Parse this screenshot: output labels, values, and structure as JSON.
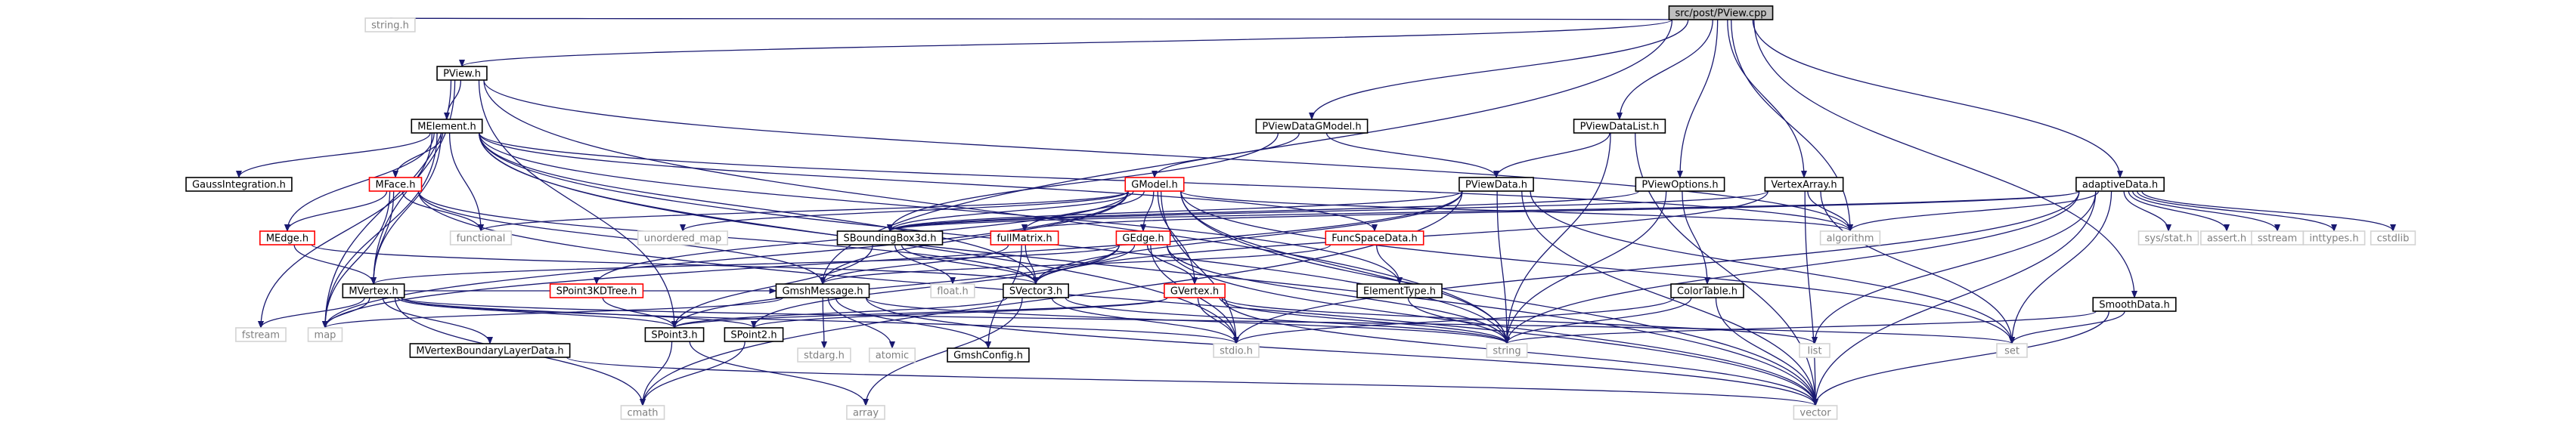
{
  "colors": {
    "edge": "#191970",
    "root_fill": "#bfbfbf",
    "root_border": "#000000",
    "normal_border": "#000000",
    "red_border": "#ff0000",
    "system_border": "#d3d3d3",
    "system_text": "#7f7f7f",
    "label_text": "#000000"
  },
  "nodes": [
    {
      "id": "pview_cpp",
      "label": "src/post/PView.cpp",
      "kind": "root"
    },
    {
      "id": "string_h",
      "label": "string.h",
      "kind": "system"
    },
    {
      "id": "pview_h",
      "label": "PView.h",
      "kind": "normal"
    },
    {
      "id": "melement_h",
      "label": "MElement.h",
      "kind": "normal"
    },
    {
      "id": "gaussintegration_h",
      "label": "GaussIntegration.h",
      "kind": "normal"
    },
    {
      "id": "mface_h",
      "label": "MFace.h",
      "kind": "red"
    },
    {
      "id": "medge_h",
      "label": "MEdge.h",
      "kind": "red"
    },
    {
      "id": "mvertex_h",
      "label": "MVertex.h",
      "kind": "normal"
    },
    {
      "id": "mvertexbl_h",
      "label": "MVertexBoundaryLayerData.h",
      "kind": "normal"
    },
    {
      "id": "fstream",
      "label": "fstream",
      "kind": "system"
    },
    {
      "id": "map",
      "label": "map",
      "kind": "system"
    },
    {
      "id": "cmath",
      "label": "cmath",
      "kind": "system"
    },
    {
      "id": "functional",
      "label": "functional",
      "kind": "system"
    },
    {
      "id": "spoint3kdtree_h",
      "label": "SPoint3KDTree.h",
      "kind": "red"
    },
    {
      "id": "spoint3_h",
      "label": "SPoint3.h",
      "kind": "normal"
    },
    {
      "id": "spoint2_h",
      "label": "SPoint2.h",
      "kind": "normal"
    },
    {
      "id": "gmshmessage_h",
      "label": "GmshMessage.h",
      "kind": "normal"
    },
    {
      "id": "stdarg_h",
      "label": "stdarg.h",
      "kind": "system"
    },
    {
      "id": "atomic",
      "label": "atomic",
      "kind": "system"
    },
    {
      "id": "gmshconfig_h",
      "label": "GmshConfig.h",
      "kind": "normal"
    },
    {
      "id": "array",
      "label": "array",
      "kind": "system"
    },
    {
      "id": "unordered_map",
      "label": "unordered_map",
      "kind": "system"
    },
    {
      "id": "pviewdatagmodel_h",
      "label": "PViewDataGModel.h",
      "kind": "normal"
    },
    {
      "id": "gmodel_h",
      "label": "GModel.h",
      "kind": "red"
    },
    {
      "id": "sboundingbox3d_h",
      "label": "SBoundingBox3d.h",
      "kind": "normal"
    },
    {
      "id": "float_h",
      "label": "float.h",
      "kind": "system"
    },
    {
      "id": "svector3_h",
      "label": "SVector3.h",
      "kind": "normal"
    },
    {
      "id": "fullmatrix_h",
      "label": "fullMatrix.h",
      "kind": "red"
    },
    {
      "id": "gedge_h",
      "label": "GEdge.h",
      "kind": "red"
    },
    {
      "id": "gvertex_h",
      "label": "GVertex.h",
      "kind": "red"
    },
    {
      "id": "stdio_h",
      "label": "stdio.h",
      "kind": "system"
    },
    {
      "id": "vector",
      "label": "vector",
      "kind": "system"
    },
    {
      "id": "funcspacedata_h",
      "label": "FuncSpaceData.h",
      "kind": "red"
    },
    {
      "id": "elementtype_h",
      "label": "ElementType.h",
      "kind": "normal"
    },
    {
      "id": "string",
      "label": "string",
      "kind": "system"
    },
    {
      "id": "pviewdatalist_h",
      "label": "PViewDataList.h",
      "kind": "normal"
    },
    {
      "id": "pviewdata_h",
      "label": "PViewData.h",
      "kind": "normal"
    },
    {
      "id": "pviewoptions_h",
      "label": "PViewOptions.h",
      "kind": "normal"
    },
    {
      "id": "colortable_h",
      "label": "ColorTable.h",
      "kind": "normal"
    },
    {
      "id": "vertexarray_h",
      "label": "VertexArray.h",
      "kind": "normal"
    },
    {
      "id": "algorithm",
      "label": "algorithm",
      "kind": "system"
    },
    {
      "id": "set",
      "label": "set",
      "kind": "system"
    },
    {
      "id": "list",
      "label": "list",
      "kind": "system"
    },
    {
      "id": "adaptivedata_h",
      "label": "adaptiveData.h",
      "kind": "normal"
    },
    {
      "id": "sys_stat_h",
      "label": "sys/stat.h",
      "kind": "system"
    },
    {
      "id": "assert_h",
      "label": "assert.h",
      "kind": "system"
    },
    {
      "id": "sstream",
      "label": "sstream",
      "kind": "system"
    },
    {
      "id": "inttypes_h",
      "label": "inttypes.h",
      "kind": "system"
    },
    {
      "id": "cstdlib",
      "label": "cstdlib",
      "kind": "system"
    },
    {
      "id": "smoothdata_h",
      "label": "SmoothData.h",
      "kind": "normal"
    }
  ],
  "edges": [
    [
      "pview_cpp",
      "string_h"
    ],
    [
      "pview_cpp",
      "pview_h"
    ],
    [
      "pview_cpp",
      "gmshmessage_h"
    ],
    [
      "pview_cpp",
      "pviewdatagmodel_h"
    ],
    [
      "pview_cpp",
      "pviewdatalist_h"
    ],
    [
      "pview_cpp",
      "pviewoptions_h"
    ],
    [
      "pview_cpp",
      "vertexarray_h"
    ],
    [
      "pview_cpp",
      "algorithm"
    ],
    [
      "pview_cpp",
      "adaptivedata_h"
    ],
    [
      "pview_cpp",
      "smoothdata_h"
    ],
    [
      "pview_h",
      "melement_h"
    ],
    [
      "pview_h",
      "map"
    ],
    [
      "pview_h",
      "string"
    ],
    [
      "pview_h",
      "spoint3_h"
    ],
    [
      "pview_h",
      "mvertex_h"
    ],
    [
      "pview_h",
      "algorithm"
    ],
    [
      "melement_h",
      "gaussintegration_h"
    ],
    [
      "melement_h",
      "mface_h"
    ],
    [
      "melement_h",
      "medge_h"
    ],
    [
      "melement_h",
      "mvertex_h"
    ],
    [
      "melement_h",
      "fstream"
    ],
    [
      "melement_h",
      "functional"
    ],
    [
      "melement_h",
      "string"
    ],
    [
      "melement_h",
      "funcspacedata_h"
    ],
    [
      "melement_h",
      "elementtype_h"
    ],
    [
      "melement_h",
      "stdio_h"
    ],
    [
      "melement_h",
      "vector"
    ],
    [
      "melement_h",
      "algorithm"
    ],
    [
      "melement_h",
      "map"
    ],
    [
      "melement_h",
      "svector3_h"
    ],
    [
      "mface_h",
      "functional"
    ],
    [
      "mface_h",
      "medge_h"
    ],
    [
      "mface_h",
      "mvertex_h"
    ],
    [
      "mface_h",
      "svector3_h"
    ],
    [
      "mface_h",
      "gmshmessage_h"
    ],
    [
      "mface_h",
      "vector"
    ],
    [
      "mface_h",
      "map"
    ],
    [
      "medge_h",
      "mvertex_h"
    ],
    [
      "medge_h",
      "svector3_h"
    ],
    [
      "mvertex_h",
      "mvertexbl_h"
    ],
    [
      "mvertex_h",
      "fstream"
    ],
    [
      "mvertex_h",
      "map"
    ],
    [
      "mvertex_h",
      "cmath"
    ],
    [
      "mvertex_h",
      "spoint3_h"
    ],
    [
      "mvertex_h",
      "spoint2_h"
    ],
    [
      "mvertex_h",
      "stdio_h"
    ],
    [
      "mvertex_h",
      "set"
    ],
    [
      "mvertex_h",
      "gmshmessage_h"
    ],
    [
      "mvertexbl_h",
      "vector"
    ],
    [
      "spoint3kdtree_h",
      "spoint3_h"
    ],
    [
      "spoint3_h",
      "cmath"
    ],
    [
      "spoint3_h",
      "array"
    ],
    [
      "spoint2_h",
      "cmath"
    ],
    [
      "gmshmessage_h",
      "map"
    ],
    [
      "gmshmessage_h",
      "stdarg_h"
    ],
    [
      "gmshmessage_h",
      "atomic"
    ],
    [
      "gmshmessage_h",
      "gmshconfig_h"
    ],
    [
      "gmshmessage_h",
      "string"
    ],
    [
      "gmshmessage_h",
      "vector"
    ],
    [
      "pviewdatagmodel_h",
      "pviewdata_h"
    ],
    [
      "pviewdatagmodel_h",
      "gmodel_h"
    ],
    [
      "pviewdatagmodel_h",
      "sboundingbox3d_h"
    ],
    [
      "gmodel_h",
      "unordered_map"
    ],
    [
      "gmodel_h",
      "sboundingbox3d_h"
    ],
    [
      "gmodel_h",
      "fullmatrix_h"
    ],
    [
      "gmodel_h",
      "gedge_h"
    ],
    [
      "gmodel_h",
      "gvertex_h"
    ],
    [
      "gmodel_h",
      "spoint3kdtree_h"
    ],
    [
      "gmodel_h",
      "stdio_h"
    ],
    [
      "gmodel_h",
      "vector"
    ],
    [
      "gmodel_h",
      "string"
    ],
    [
      "gmodel_h",
      "set"
    ],
    [
      "gmodel_h",
      "map"
    ],
    [
      "gmodel_h",
      "functional"
    ],
    [
      "gmodel_h",
      "gmshmessage_h"
    ],
    [
      "gmodel_h",
      "algorithm"
    ],
    [
      "sboundingbox3d_h",
      "float_h"
    ],
    [
      "sboundingbox3d_h",
      "spoint3_h"
    ],
    [
      "sboundingbox3d_h",
      "svector3_h"
    ],
    [
      "svector3_h",
      "spoint3_h"
    ],
    [
      "svector3_h",
      "string"
    ],
    [
      "svector3_h",
      "stdio_h"
    ],
    [
      "svector3_h",
      "array"
    ],
    [
      "fullmatrix_h",
      "gmshmessage_h"
    ],
    [
      "fullmatrix_h",
      "gmshconfig_h"
    ],
    [
      "fullmatrix_h",
      "svector3_h"
    ],
    [
      "gedge_h",
      "svector3_h"
    ],
    [
      "gedge_h",
      "gvertex_h"
    ],
    [
      "gedge_h",
      "spoint2_h"
    ],
    [
      "gedge_h",
      "spoint3_h"
    ],
    [
      "gedge_h",
      "stdio_h"
    ],
    [
      "gedge_h",
      "vector"
    ],
    [
      "gedge_h",
      "string"
    ],
    [
      "gedge_h",
      "mvertex_h"
    ],
    [
      "gvertex_h",
      "stdio_h"
    ],
    [
      "gvertex_h",
      "string"
    ],
    [
      "gvertex_h",
      "vector"
    ],
    [
      "gvertex_h",
      "spoint2_h"
    ],
    [
      "gvertex_h",
      "spoint3_h"
    ],
    [
      "gvertex_h",
      "list"
    ],
    [
      "funcspacedata_h",
      "elementtype_h"
    ],
    [
      "funcspacedata_h",
      "gmshmessage_h"
    ],
    [
      "elementtype_h",
      "string"
    ],
    [
      "pviewdatalist_h",
      "pviewdata_h"
    ],
    [
      "pviewdatalist_h",
      "string"
    ],
    [
      "pviewdatalist_h",
      "vector"
    ],
    [
      "pviewdata_h",
      "string"
    ],
    [
      "pviewdata_h",
      "vector"
    ],
    [
      "pviewdata_h",
      "map"
    ],
    [
      "pviewdata_h",
      "set"
    ],
    [
      "pviewdata_h",
      "sboundingbox3d_h"
    ],
    [
      "pviewdata_h",
      "svector3_h"
    ],
    [
      "pviewdata_h",
      "cmath"
    ],
    [
      "pviewoptions_h",
      "sboundingbox3d_h"
    ],
    [
      "pviewoptions_h",
      "colortable_h"
    ],
    [
      "pviewoptions_h",
      "string"
    ],
    [
      "colortable_h",
      "stdio_h"
    ],
    [
      "colortable_h",
      "vector"
    ],
    [
      "colortable_h",
      "string"
    ],
    [
      "vertexarray_h",
      "set"
    ],
    [
      "vertexarray_h",
      "vector"
    ],
    [
      "vertexarray_h",
      "sboundingbox3d_h"
    ],
    [
      "vertexarray_h",
      "svector3_h"
    ],
    [
      "vertexarray_h",
      "algorithm"
    ],
    [
      "adaptivedata_h",
      "list"
    ],
    [
      "adaptivedata_h",
      "set"
    ],
    [
      "adaptivedata_h",
      "vector"
    ],
    [
      "adaptivedata_h",
      "cstdlib"
    ],
    [
      "adaptivedata_h",
      "inttypes_h"
    ],
    [
      "adaptivedata_h",
      "sstream"
    ],
    [
      "adaptivedata_h",
      "assert_h"
    ],
    [
      "adaptivedata_h",
      "sys_stat_h"
    ],
    [
      "adaptivedata_h",
      "algorithm"
    ],
    [
      "adaptivedata_h",
      "fullmatrix_h"
    ],
    [
      "adaptivedata_h",
      "stdio_h"
    ],
    [
      "adaptivedata_h",
      "string"
    ],
    [
      "adaptivedata_h",
      "sboundingbox3d_h"
    ],
    [
      "smoothdata_h",
      "set"
    ],
    [
      "smoothdata_h",
      "string"
    ],
    [
      "smoothdata_h",
      "vector"
    ]
  ]
}
